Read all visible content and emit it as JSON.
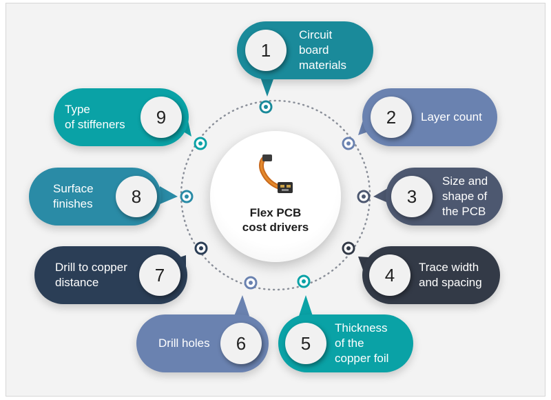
{
  "diagram": {
    "center": {
      "title_line1": "Flex PCB",
      "title_line2": "cost drivers"
    },
    "drivers": [
      {
        "number": "1",
        "line1": "Circuit",
        "line2": "board",
        "line3": "materials",
        "color": "#1a8a9a"
      },
      {
        "number": "2",
        "line1": "Layer count",
        "color": "#6a82b0"
      },
      {
        "number": "3",
        "line1": "Size and",
        "line2": "shape of",
        "line3": "the PCB",
        "color": "#4d5870"
      },
      {
        "number": "4",
        "line1": "Trace width",
        "line2": "and spacing",
        "color": "#333a47"
      },
      {
        "number": "5",
        "line1": "Thickness",
        "line2": "of the",
        "line3": "copper foil",
        "color": "#0aa2a6"
      },
      {
        "number": "6",
        "line1": "Drill holes",
        "color": "#6a82b0"
      },
      {
        "number": "7",
        "line1": "Drill to copper",
        "line2": "distance",
        "color": "#2b3e56"
      },
      {
        "number": "8",
        "line1": "Surface",
        "line2": "finishes",
        "color": "#2a8ba6"
      },
      {
        "number": "9",
        "line1": "Type",
        "line2": "of stiffeners",
        "color": "#0aa2a6"
      }
    ]
  }
}
